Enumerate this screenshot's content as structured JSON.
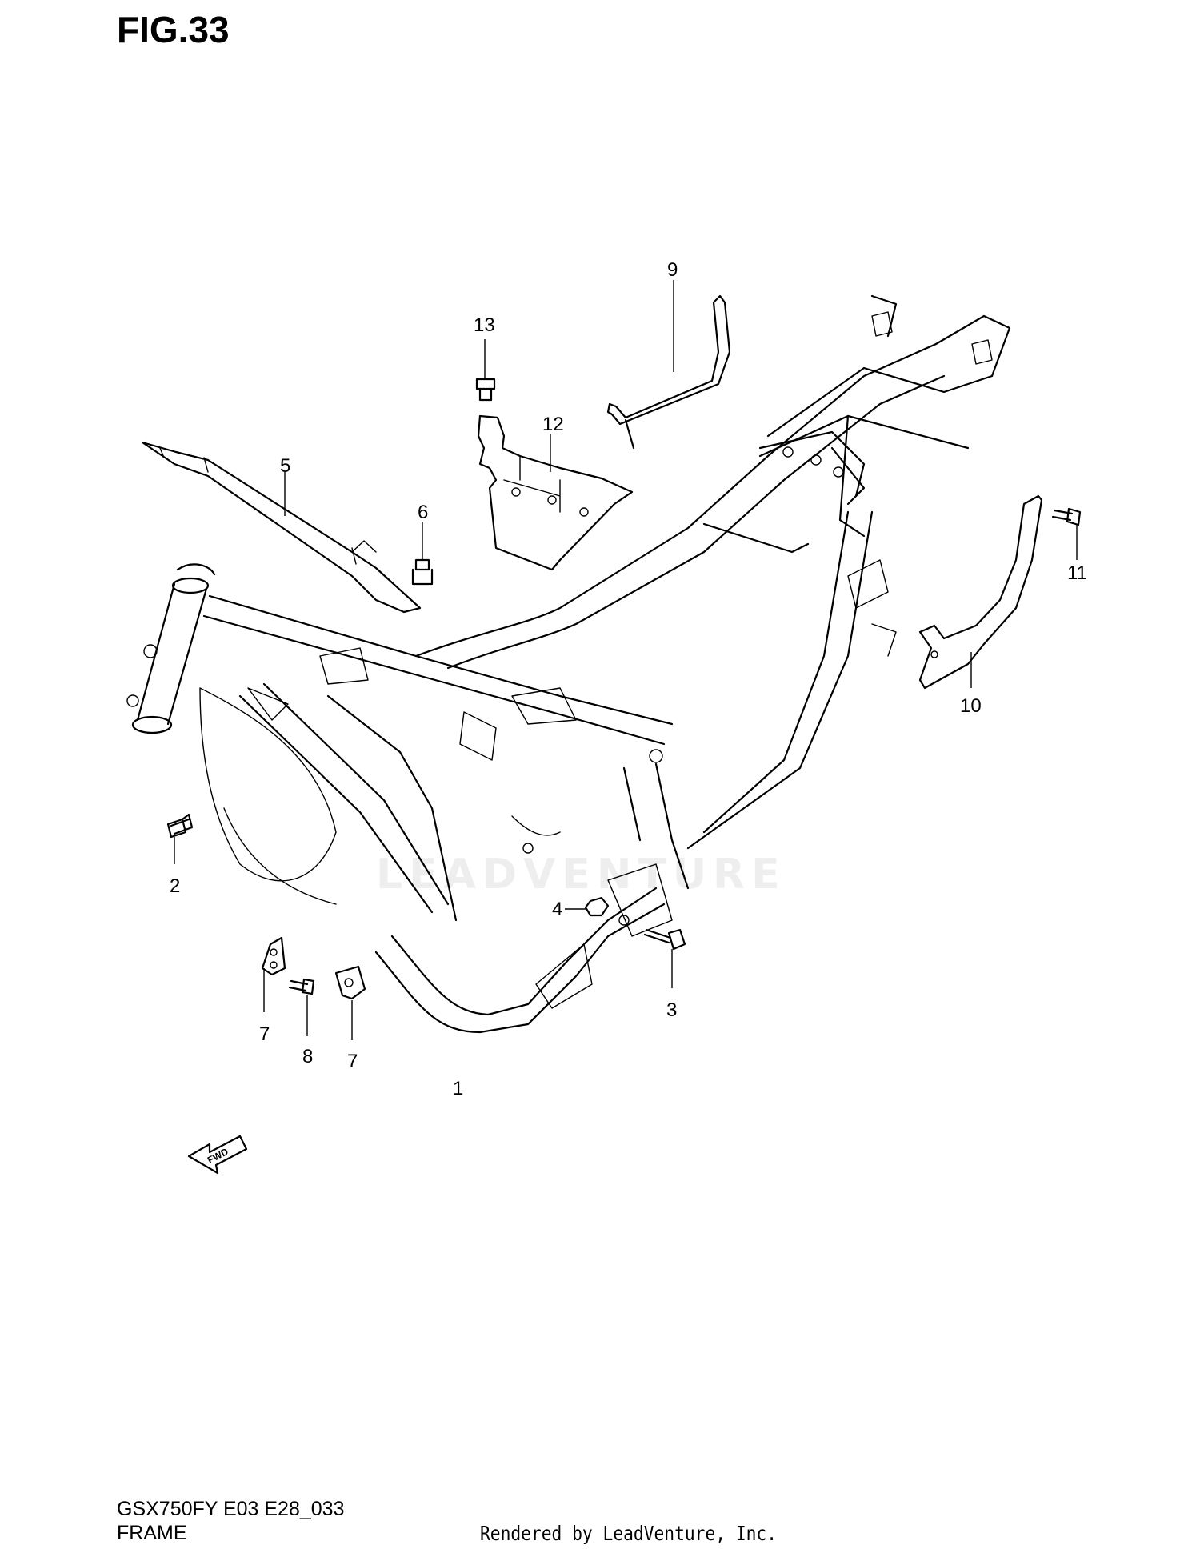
{
  "figure": {
    "title": "FIG.33"
  },
  "footer": {
    "model_code": "GSX750FY E03 E28_033",
    "section_name": "FRAME",
    "rendered_by": "Rendered by LeadVenture, Inc."
  },
  "watermark": "LEADVENTURE",
  "fwd_label": "FWD",
  "callouts": [
    "1",
    "2",
    "3",
    "4",
    "5",
    "6",
    "7",
    "8",
    "7",
    "9",
    "10",
    "11",
    "12",
    "13"
  ]
}
